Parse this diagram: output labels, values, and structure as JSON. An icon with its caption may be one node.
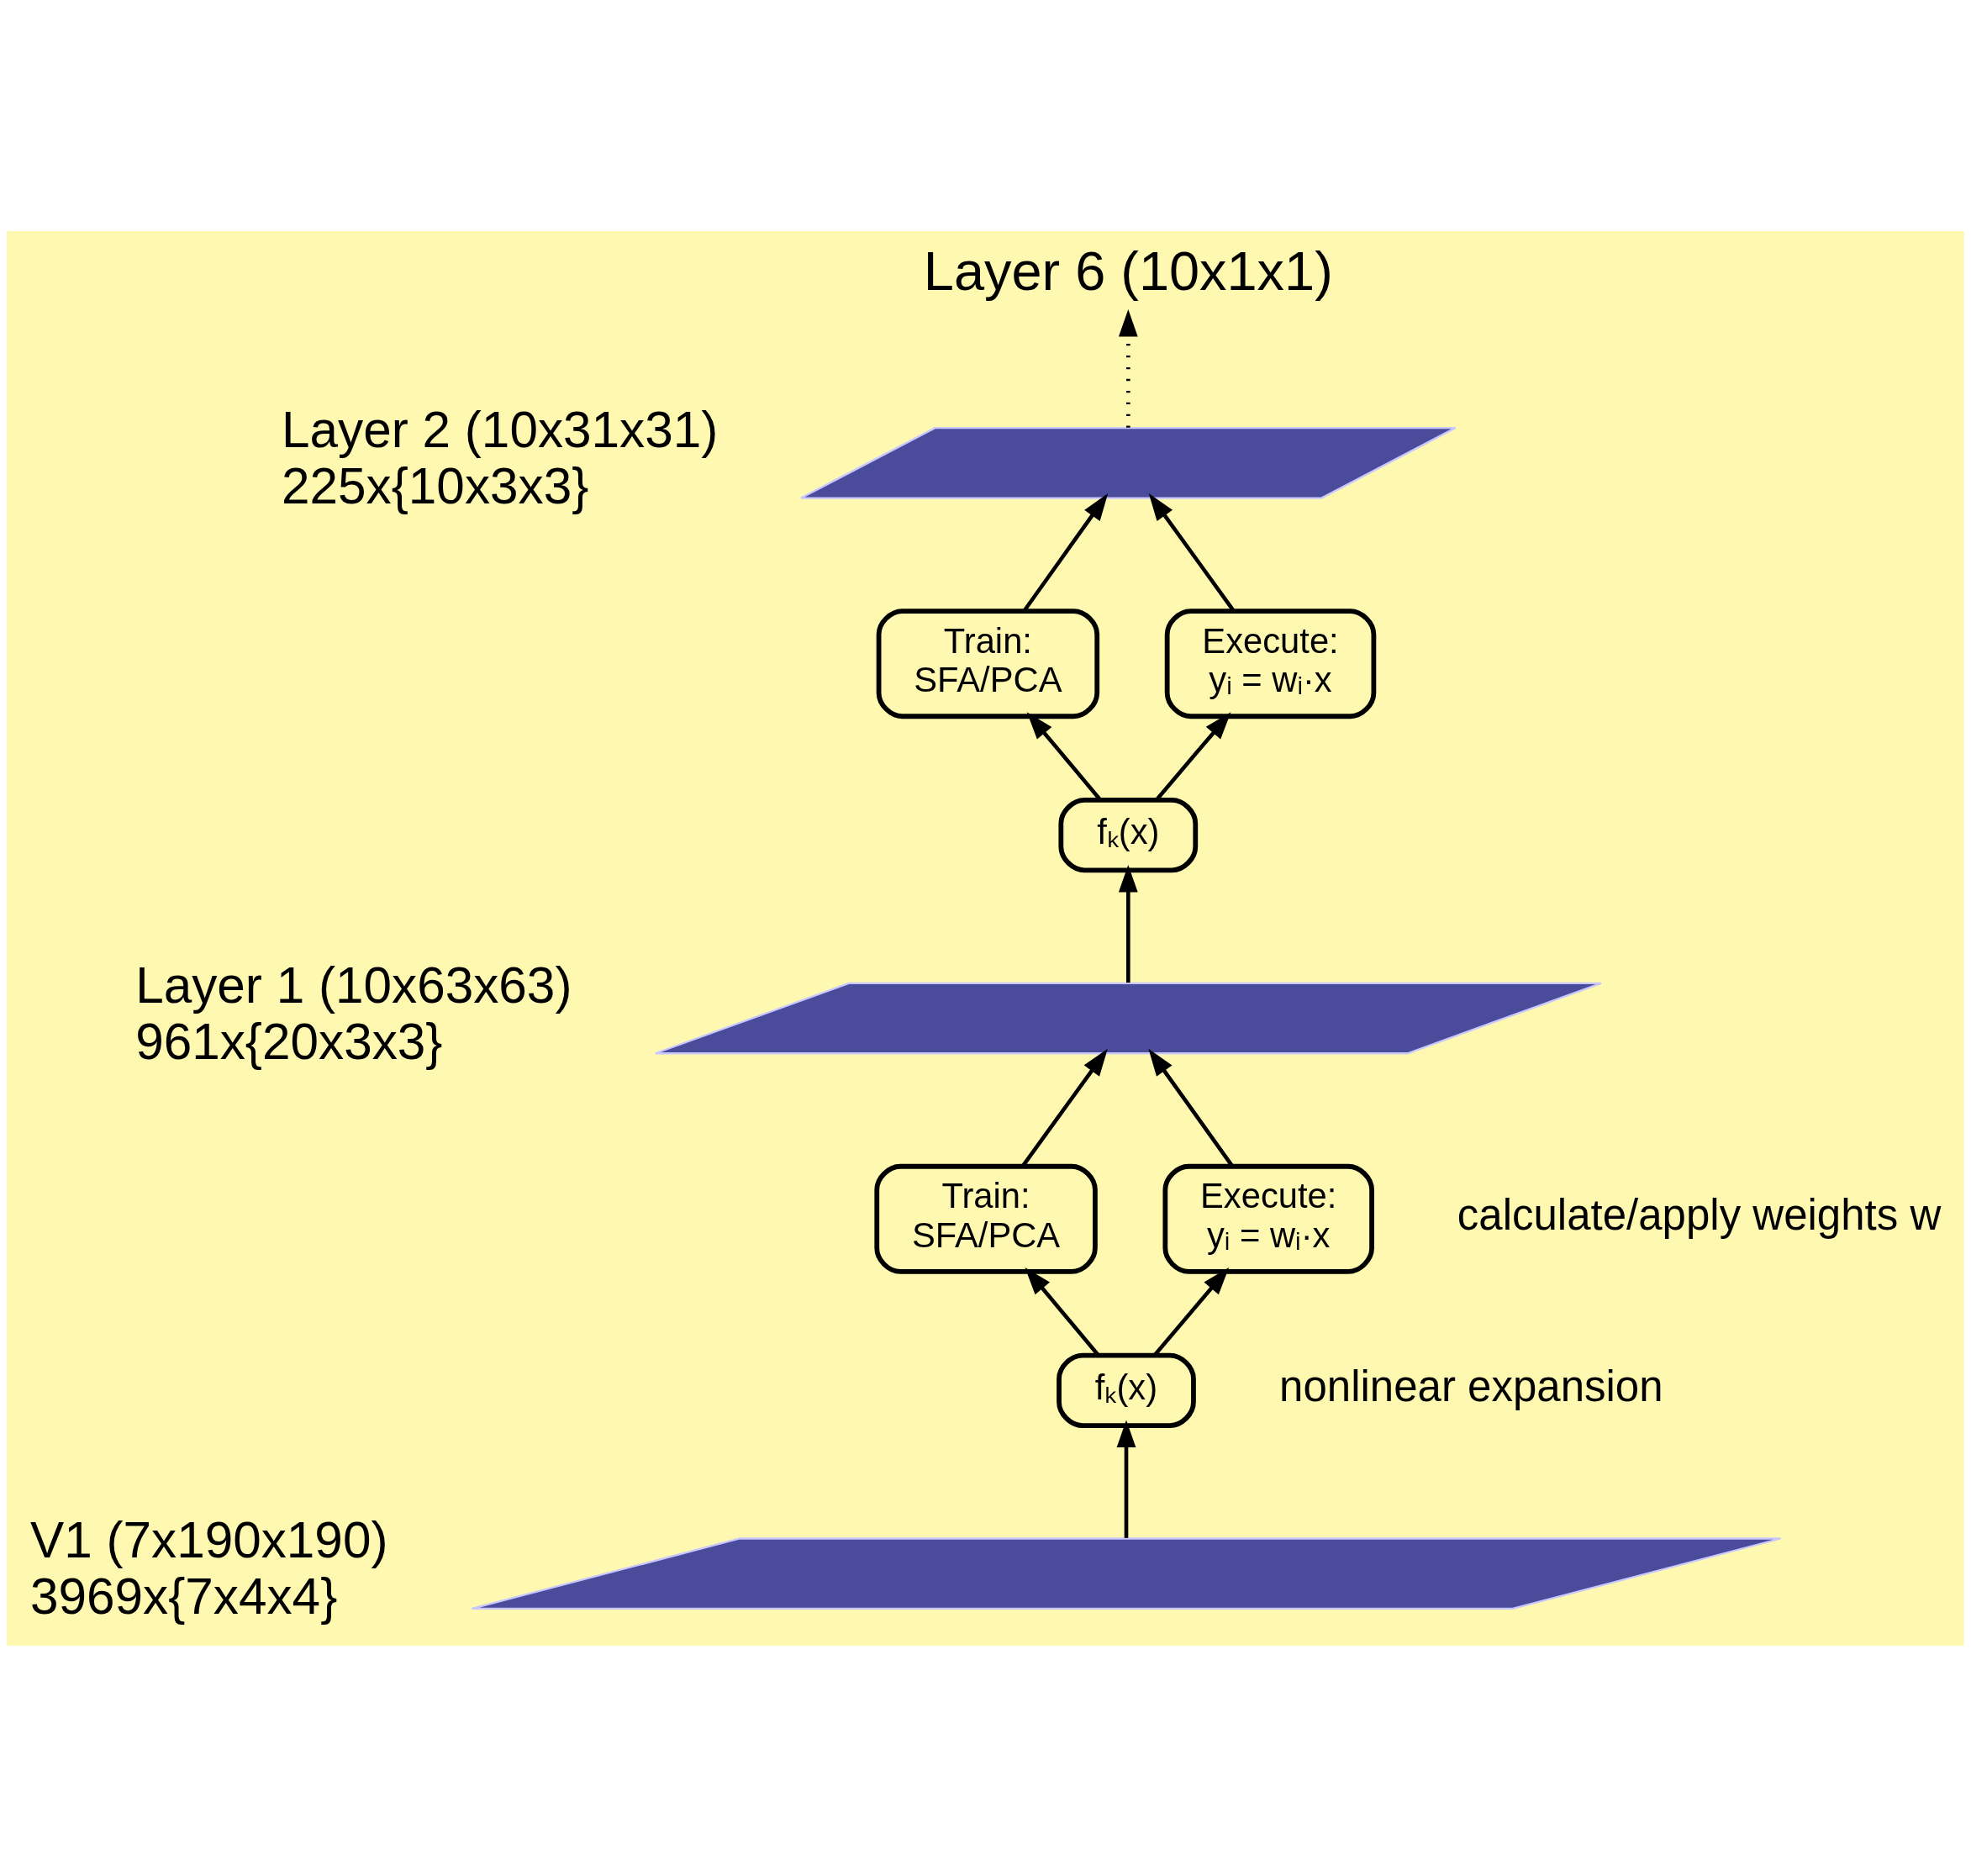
{
  "diagram": {
    "nodes": [
      {
        "text": [
          "Layer 6 (10x1x1)"
        ]
      },
      {
        "text": [],
        "shape": "box",
        "beside": [
          "Layer 2 (10x31x31)",
          "225x{10x3x3}"
        ]
      },
      {
        "text": [
          "Train:",
          "SFA/PCA"
        ]
      },
      {
        "text": [
          "Execute:",
          "yᵢ = wᵢ·x"
        ]
      },
      {
        "text": [
          "fₖ(x)"
        ]
      },
      {
        "text": [],
        "shape": "box",
        "beside": [
          "Layer 1 (10x63x63)",
          "961x{20x3x3}"
        ]
      },
      {
        "text": [
          "Train:",
          "SFA/PCA"
        ]
      },
      {
        "text": [
          "Execute:",
          "yᵢ = wᵢ·x"
        ]
      },
      {
        "text": [
          "fₖ(x)"
        ]
      },
      {
        "text": [],
        "shape": "box",
        "beside": [
          "V1 (7x190x190)",
          "3969x{7x4x4}"
        ]
      }
    ],
    "edges": [
      {
        "from": 9,
        "to": 8,
        "arrow": "to"
      },
      {
        "from": 8,
        "to": 6,
        "arrow": "to"
      },
      {
        "from": 8,
        "to": 7,
        "arrow": "to"
      },
      {
        "from": 6,
        "to": 5,
        "arrow": "to"
      },
      {
        "from": 7,
        "to": 5,
        "arrow": "to"
      },
      {
        "from": 5,
        "to": 4,
        "arrow": "to"
      },
      {
        "from": 4,
        "to": 2,
        "arrow": "to"
      },
      {
        "from": 4,
        "to": 3,
        "arrow": "to"
      },
      {
        "from": 2,
        "to": 1,
        "arrow": "to"
      },
      {
        "from": 3,
        "to": 1,
        "arrow": "to"
      },
      {
        "from": 1,
        "to": 0,
        "arrow": "to",
        "style": "dashed"
      }
    ],
    "labels": [
      "calculate/apply weights w",
      "nonlinear expansion"
    ]
  }
}
